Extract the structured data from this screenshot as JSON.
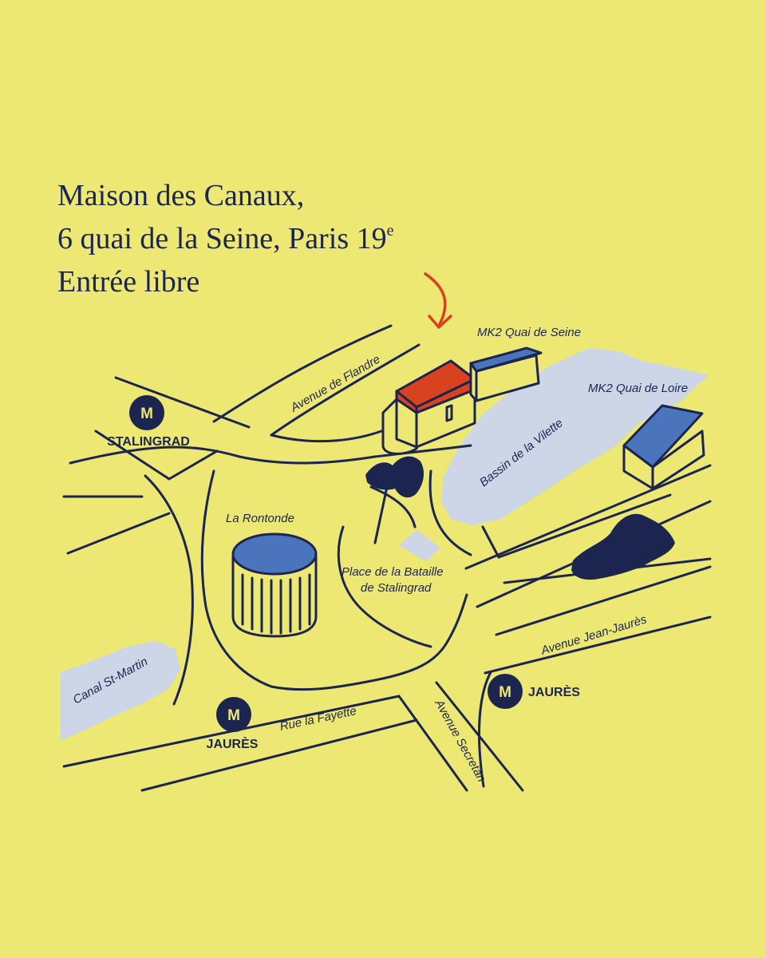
{
  "header": {
    "line1": "Maison des Canaux,",
    "line2": "6 quai de la Seine, Paris 19",
    "line2_sup": "e",
    "line3": "Entrée libre"
  },
  "map": {
    "colors": {
      "background": "#EDE873",
      "ink": "#1B2550",
      "water": "#CDD6E6",
      "roof_blue": "#4A75BC",
      "roof_red": "#D9421E",
      "arrow": "#D9421E"
    },
    "streets": {
      "avenue_flandre": "Avenue de Flandre",
      "avenue_jean_jaures": "Avenue Jean-Jaurès",
      "rue_la_fayette": "Rue la Fayette",
      "avenue_secretan": "Avenue Secretan"
    },
    "places": {
      "mk2_quai_seine": "MK2 Quai de Seine",
      "mk2_quai_loire": "MK2 Quai de Loire",
      "bassin_villette": "Bassin de la Vilette",
      "la_rotonde": "La Rontonde",
      "place_bataille_1": "Place de la Bataille",
      "place_bataille_2": "de Stalingrad",
      "canal_st_martin": "Canal St-Martin"
    },
    "metro": {
      "symbol": "M",
      "stalingrad": "STALINGRAD",
      "jaures_west": "JAURÈS",
      "jaures_east": "JAURÈS"
    },
    "icons": {
      "arrow": "arrow-down-icon",
      "metro": "metro-icon",
      "tree": "tree-icon",
      "building": "building-icon"
    }
  }
}
